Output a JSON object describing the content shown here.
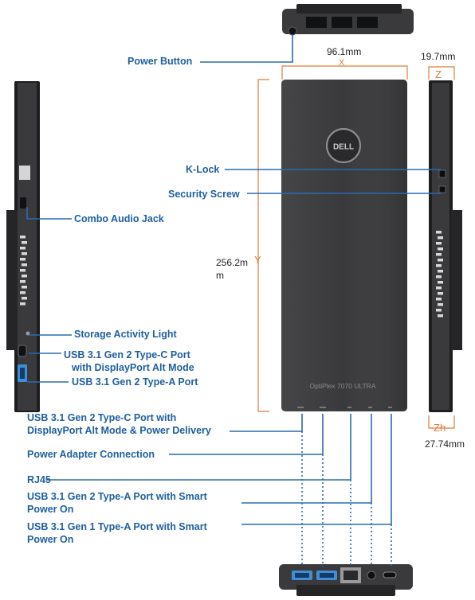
{
  "colors": {
    "label": "#1f5fa0",
    "leader": "#2a6bb0",
    "dimension": "#e07b39",
    "device_body": "#3a3a3c",
    "device_dark": "#252527",
    "device_edge": "#1e1e20",
    "port_blue": "#3f8fd8"
  },
  "dimensions": {
    "width": {
      "value": "96.1mm",
      "axis": "X"
    },
    "depth": {
      "value": "19.7mm",
      "axis": "Z"
    },
    "height": {
      "value_line1": "256.2m",
      "value_line2": "m",
      "axis": "Y"
    },
    "stand_depth": {
      "value": "27.74mm",
      "axis": "Zh"
    }
  },
  "device": {
    "model": "OptiPlex 7070 ULTRA",
    "logo": "DELL"
  },
  "callouts": {
    "power_button": "Power Button",
    "k_lock": "K-Lock",
    "security_screw": "Security Screw",
    "combo_audio_jack": "Combo Audio Jack",
    "storage_activity_light": "Storage Activity Light",
    "usb_c_dp": {
      "line1": "USB 3.1 Gen 2 Type-C Port",
      "line2": "with DisplayPort Alt Mode"
    },
    "usb_a_side": "USB 3.1 Gen 2 Type-A Port",
    "usb_c_dp_pd": {
      "line1": "USB 3.1 Gen 2 Type-C Port with",
      "line2": "DisplayPort Alt Mode & Power Delivery"
    },
    "power_adapter": "Power Adapter Connection",
    "rj45": "RJ45",
    "usb_a_smart_gen2": {
      "line1": "USB 3.1 Gen 2 Type-A Port with Smart",
      "line2": "Power On"
    },
    "usb_a_smart_gen1": {
      "line1": "USB 3.1 Gen 1 Type-A Port with Smart",
      "line2": "Power On"
    }
  },
  "icons": {
    "logo": "dell-logo-icon",
    "usb_a": "usb-a-port-icon",
    "usb_c": "usb-c-port-icon",
    "rj45": "rj45-port-icon",
    "power": "power-connector-icon",
    "audio": "audio-jack-icon"
  }
}
